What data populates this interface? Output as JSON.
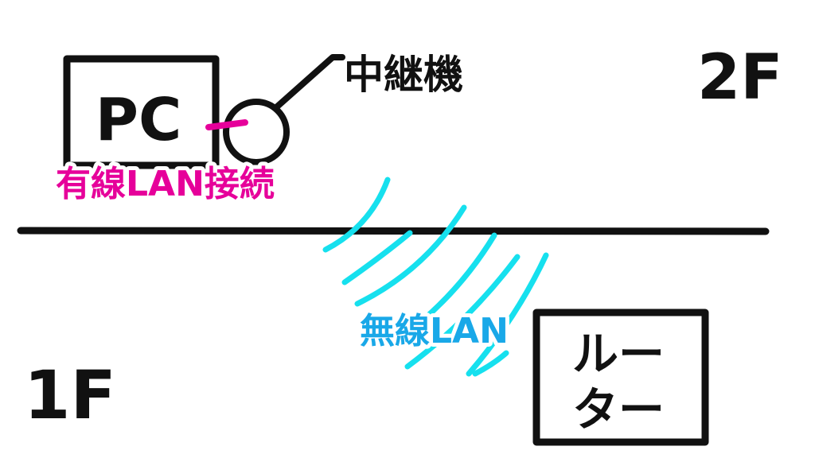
{
  "labels": {
    "floor_upper": "2F",
    "floor_lower": "1F",
    "pc": "PC",
    "repeater": "中継機",
    "router_line1": "ルー",
    "router_line2": "ター",
    "wired_lan": "有線LAN接続",
    "wireless_lan": "無線LAN"
  },
  "colors": {
    "ink": "#111111",
    "wired": "#e6009a",
    "wireless": "#16e0ee",
    "wireless_label": "#19a8e8",
    "outline": "#ffffff"
  }
}
